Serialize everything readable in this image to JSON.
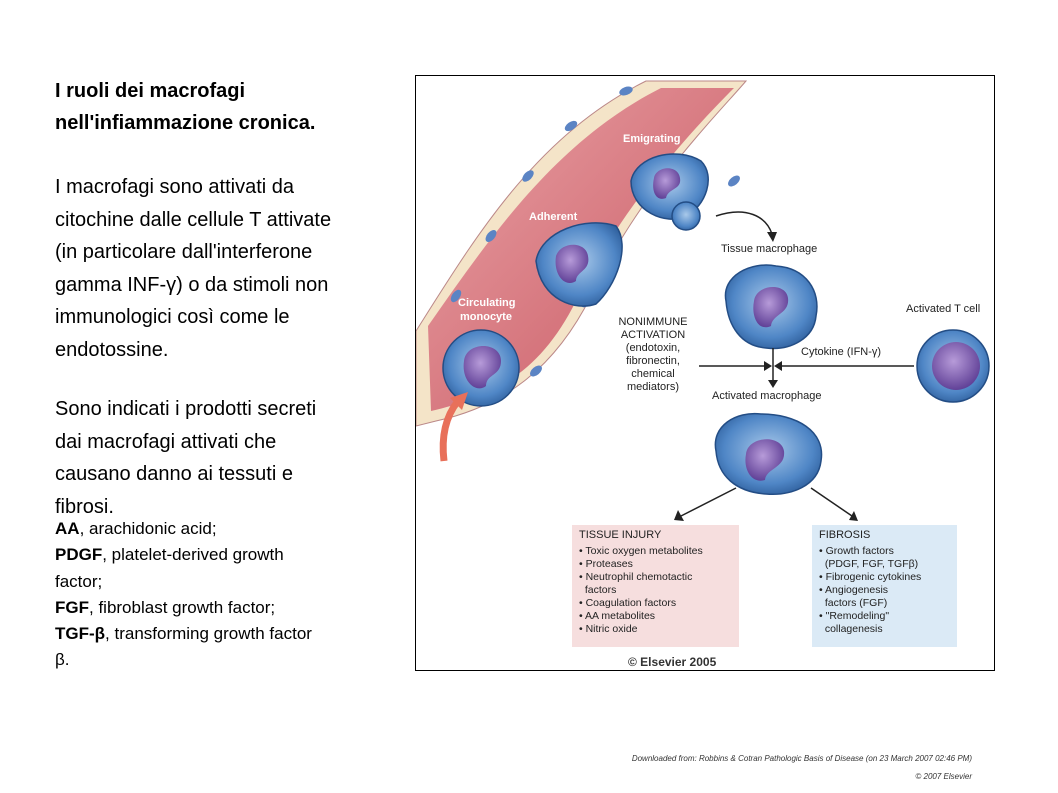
{
  "title_line1": "I ruoli dei macrofagi",
  "title_line2": "nell'infiammazione cronica.",
  "para1": [
    "I macrofagi sono attivati da",
    "citochine dalle cellule T attivate",
    "(in particolare dall'interferone",
    "gamma INF-γ) o da stimoli non",
    "immunologici così come le",
    "endotossine."
  ],
  "para2": [
    "Sono indicati i prodotti secreti",
    "dai macrofagi attivati che",
    "causano danno ai tessuti e",
    "fibrosi."
  ],
  "defs": [
    {
      "abbr": "AA",
      "text": ", arachidonic acid;"
    },
    {
      "abbr": "PDGF",
      "text": ", platelet-derived growth factor;"
    },
    {
      "abbr": "FGF",
      "text": ", fibroblast growth factor;"
    },
    {
      "abbr": "TGF-β",
      "text": ", transforming growth factor β."
    }
  ],
  "defs_lines": {
    "pdgf_cont": "factor;",
    "tgf_cont": "β."
  },
  "diagram": {
    "emigrating": "Emigrating",
    "adherent": "Adherent",
    "circulating_1": "Circulating",
    "circulating_2": "monocyte",
    "tissue_macrophage": "Tissue macrophage",
    "activated_t_cell": "Activated T cell",
    "nonimmune": [
      "NONIMMUNE",
      "ACTIVATION",
      "(endotoxin,",
      "fibronectin,",
      "chemical",
      "mediators)"
    ],
    "cytokine": "Cytokine (IFN-γ)",
    "activated_macrophage": "Activated macrophage",
    "tissue_injury_title": "TISSUE INJURY",
    "tissue_injury_items": [
      "• Toxic oxygen metabolites",
      "• Proteases",
      "• Neutrophil chemotactic",
      "  factors",
      "• Coagulation factors",
      "• AA metabolites",
      "• Nitric oxide"
    ],
    "fibrosis_title": "FIBROSIS",
    "fibrosis_items": [
      "• Growth factors",
      "  (PDGF, FGF, TGFβ)",
      "• Fibrogenic cytokines",
      "• Angiogenesis",
      "  factors (FGF)",
      "• \"Remodeling\"",
      "  collagenesis"
    ],
    "copyright": "© Elsevier 2005"
  },
  "footer_line1": "Downloaded from: Robbins & Cotran Pathologic Basis of Disease (on 23 March 2007 02:46 PM)",
  "footer_line2": "© 2007 Elsevier",
  "colors": {
    "vessel_red": "#d9737a",
    "cell_blue": "#4f86c6",
    "nucleus": "#6c4aa3",
    "injury_box": "#f6dede",
    "fibrosis_box": "#dbeaf6",
    "arrow_red": "#e8705a"
  }
}
